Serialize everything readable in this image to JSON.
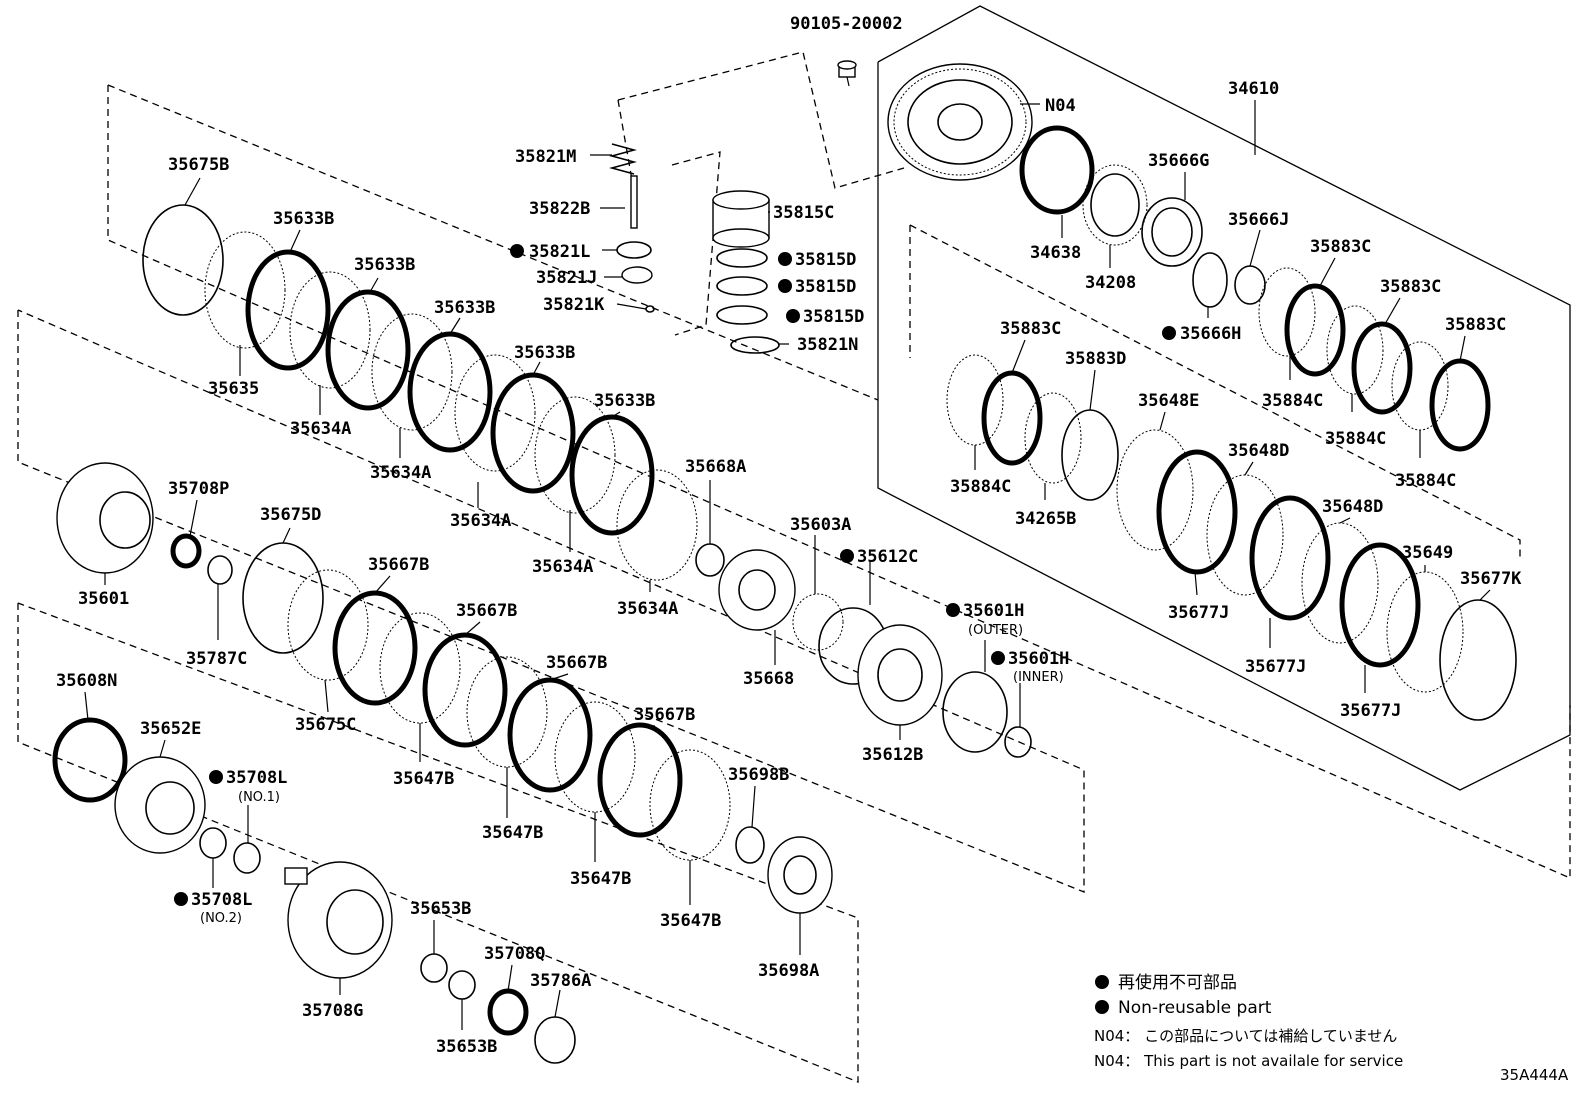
{
  "diagram": {
    "catalog_code": "35A444A",
    "legend": {
      "marker_line_jp": "再使用不可部品",
      "marker_line_en": "Non-reusable part",
      "n04_line_jp": "N04： この部品については補給していません",
      "n04_line_en": "N04： This part is not availale for service"
    },
    "parts": [
      {
        "id": "p01",
        "label": "90105-20002",
        "non_reusable": false
      },
      {
        "id": "p02",
        "label": "N04",
        "non_reusable": false
      },
      {
        "id": "p03",
        "label": "34610",
        "non_reusable": false
      },
      {
        "id": "p04",
        "label": "35821M",
        "non_reusable": false
      },
      {
        "id": "p05",
        "label": "35822B",
        "non_reusable": false
      },
      {
        "id": "p06",
        "label": "35821L",
        "non_reusable": true
      },
      {
        "id": "p07",
        "label": "35821J",
        "non_reusable": false
      },
      {
        "id": "p08",
        "label": "35821K",
        "non_reusable": false
      },
      {
        "id": "p09",
        "label": "35815C",
        "non_reusable": false
      },
      {
        "id": "p10",
        "label": "35815D",
        "non_reusable": true
      },
      {
        "id": "p11",
        "label": "35815D",
        "non_reusable": true
      },
      {
        "id": "p12",
        "label": "35815D",
        "non_reusable": true
      },
      {
        "id": "p13",
        "label": "35821N",
        "non_reusable": false
      },
      {
        "id": "p14",
        "label": "35666G",
        "non_reusable": false
      },
      {
        "id": "p15",
        "label": "34638",
        "non_reusable": false
      },
      {
        "id": "p16",
        "label": "34208",
        "non_reusable": false
      },
      {
        "id": "p17",
        "label": "35666J",
        "non_reusable": false
      },
      {
        "id": "p18",
        "label": "35666H",
        "non_reusable": true
      },
      {
        "id": "p19",
        "label": "35883C",
        "non_reusable": false
      },
      {
        "id": "p20",
        "label": "35883C",
        "non_reusable": false
      },
      {
        "id": "p21",
        "label": "35883C",
        "non_reusable": false
      },
      {
        "id": "p22",
        "label": "35883C",
        "non_reusable": false
      },
      {
        "id": "p23",
        "label": "35883D",
        "non_reusable": false
      },
      {
        "id": "p24",
        "label": "35884C",
        "non_reusable": false
      },
      {
        "id": "p25",
        "label": "35884C",
        "non_reusable": false
      },
      {
        "id": "p26",
        "label": "35884C",
        "non_reusable": false
      },
      {
        "id": "p27",
        "label": "35884C",
        "non_reusable": false
      },
      {
        "id": "p28",
        "label": "34265B",
        "non_reusable": false
      },
      {
        "id": "p29",
        "label": "35648E",
        "non_reusable": false
      },
      {
        "id": "p30",
        "label": "35648D",
        "non_reusable": false
      },
      {
        "id": "p31",
        "label": "35648D",
        "non_reusable": false
      },
      {
        "id": "p32",
        "label": "35649",
        "non_reusable": false
      },
      {
        "id": "p33",
        "label": "35677K",
        "non_reusable": false
      },
      {
        "id": "p34",
        "label": "35677J",
        "non_reusable": false
      },
      {
        "id": "p35",
        "label": "35677J",
        "non_reusable": false
      },
      {
        "id": "p36",
        "label": "35677J",
        "non_reusable": false
      },
      {
        "id": "p37",
        "label": "35675B",
        "non_reusable": false
      },
      {
        "id": "p38",
        "label": "35633B",
        "non_reusable": false
      },
      {
        "id": "p39",
        "label": "35633B",
        "non_reusable": false
      },
      {
        "id": "p40",
        "label": "35633B",
        "non_reusable": false
      },
      {
        "id": "p41",
        "label": "35633B",
        "non_reusable": false
      },
      {
        "id": "p42",
        "label": "35633B",
        "non_reusable": false
      },
      {
        "id": "p43",
        "label": "35635",
        "non_reusable": false
      },
      {
        "id": "p44",
        "label": "35634A",
        "non_reusable": false
      },
      {
        "id": "p45",
        "label": "35634A",
        "non_reusable": false
      },
      {
        "id": "p46",
        "label": "35634A",
        "non_reusable": false
      },
      {
        "id": "p47",
        "label": "35634A",
        "non_reusable": false
      },
      {
        "id": "p48",
        "label": "35634A",
        "non_reusable": false
      },
      {
        "id": "p49",
        "label": "35668A",
        "non_reusable": false
      },
      {
        "id": "p50",
        "label": "35668",
        "non_reusable": false
      },
      {
        "id": "p51",
        "label": "35603A",
        "non_reusable": false
      },
      {
        "id": "p52",
        "label": "35612C",
        "non_reusable": true
      },
      {
        "id": "p53",
        "label": "35612B",
        "non_reusable": false
      },
      {
        "id": "p54",
        "label": "35601H",
        "sublabel": "(OUTER)",
        "non_reusable": true
      },
      {
        "id": "p55",
        "label": "35601H",
        "sublabel": "(INNER)",
        "non_reusable": true
      },
      {
        "id": "p56",
        "label": "35601",
        "non_reusable": false
      },
      {
        "id": "p57",
        "label": "35708P",
        "non_reusable": false
      },
      {
        "id": "p58",
        "label": "35787C",
        "non_reusable": false
      },
      {
        "id": "p59",
        "label": "35675D",
        "non_reusable": false
      },
      {
        "id": "p60",
        "label": "35675C",
        "non_reusable": false
      },
      {
        "id": "p61",
        "label": "35667B",
        "non_reusable": false
      },
      {
        "id": "p62",
        "label": "35667B",
        "non_reusable": false
      },
      {
        "id": "p63",
        "label": "35667B",
        "non_reusable": false
      },
      {
        "id": "p64",
        "label": "35667B",
        "non_reusable": false
      },
      {
        "id": "p65",
        "label": "35647B",
        "non_reusable": false
      },
      {
        "id": "p66",
        "label": "35647B",
        "non_reusable": false
      },
      {
        "id": "p67",
        "label": "35647B",
        "non_reusable": false
      },
      {
        "id": "p68",
        "label": "35647B",
        "non_reusable": false
      },
      {
        "id": "p69",
        "label": "35698B",
        "non_reusable": false
      },
      {
        "id": "p70",
        "label": "35698A",
        "non_reusable": false
      },
      {
        "id": "p71",
        "label": "35608N",
        "non_reusable": false
      },
      {
        "id": "p72",
        "label": "35652E",
        "non_reusable": false
      },
      {
        "id": "p73",
        "label": "35708L",
        "sublabel": "(NO.1)",
        "non_reusable": true
      },
      {
        "id": "p74",
        "label": "35708L",
        "sublabel": "(NO.2)",
        "non_reusable": true
      },
      {
        "id": "p75",
        "label": "35708G",
        "non_reusable": false
      },
      {
        "id": "p76",
        "label": "35653B",
        "non_reusable": false
      },
      {
        "id": "p77",
        "label": "35653B",
        "non_reusable": false
      },
      {
        "id": "p78",
        "label": "35708Q",
        "non_reusable": false
      },
      {
        "id": "p79",
        "label": "35786A",
        "non_reusable": false
      }
    ]
  }
}
